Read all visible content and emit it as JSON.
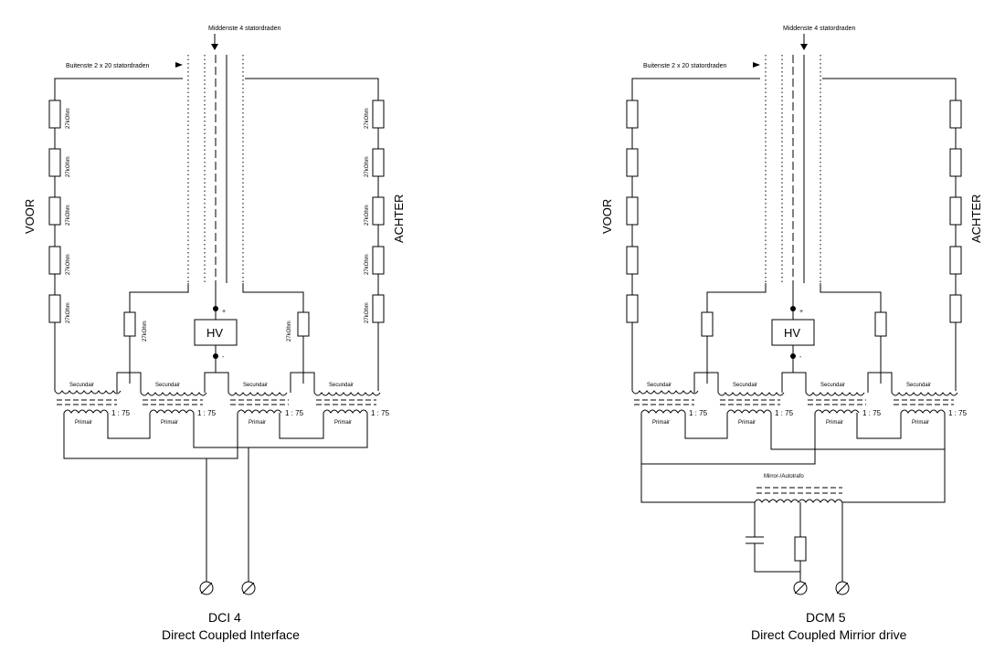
{
  "diagrams": [
    {
      "top_label": "Middenste 4 statordraden",
      "outer_label": "Buitenste 2 x 20 statordraden",
      "left_side": "VOOR",
      "right_side": "ACHTER",
      "resistor_label": "27kOhm",
      "hv_label": "HV",
      "plus": "+",
      "minus": "-",
      "secondary_label": "Secundair",
      "primary_label": "Primair",
      "ratio_label": "1 : 75",
      "title": "DCI 4",
      "subtitle": "Direct Coupled Interface"
    },
    {
      "top_label": "Middenste 4 statordraden",
      "outer_label": "Buitenste 2 x 20 statordraden",
      "left_side": "VOOR",
      "right_side": "ACHTER",
      "hv_label": "HV",
      "plus": "+",
      "minus": "-",
      "secondary_label": "Secundair",
      "primary_label": "Primair",
      "ratio_label": "1 : 75",
      "autotrafo_label": "Mirror-/Autotrafo",
      "title": "DCM 5",
      "subtitle": "Direct Coupled Mirrior drive"
    }
  ]
}
